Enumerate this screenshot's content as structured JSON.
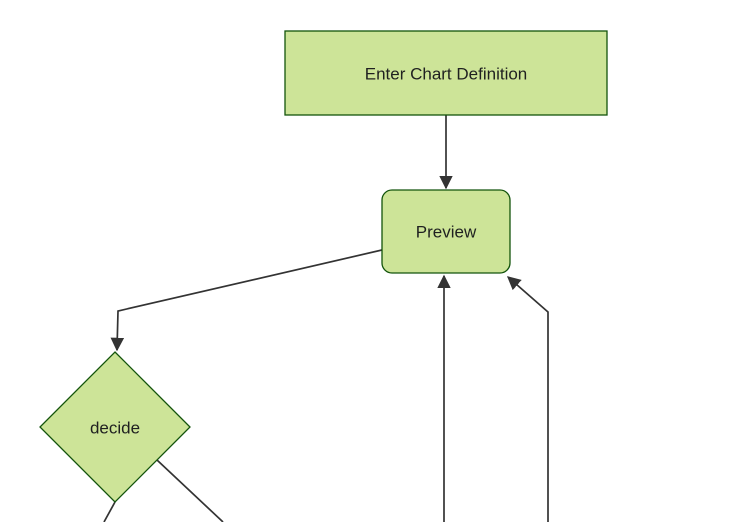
{
  "diagram": {
    "type": "flowchart",
    "direction": "top-down",
    "colors": {
      "background": "#ffffff",
      "node_fill": "#cde498",
      "node_border": "#13540c",
      "edge": "#333333",
      "arrowhead": "#333333",
      "text": "#1f2020"
    },
    "nodes": {
      "enter_chart_definition": {
        "label": "Enter Chart Definition",
        "shape": "rectangle"
      },
      "preview": {
        "label": "Preview",
        "shape": "rounded-rectangle"
      },
      "decide": {
        "label": "decide",
        "shape": "diamond"
      }
    },
    "edges": [
      {
        "from": "enter_chart_definition",
        "to": "preview",
        "arrowhead": true
      },
      {
        "from": "preview",
        "to": "decide",
        "arrowhead": true
      },
      {
        "from": "offscreen_bottom",
        "to": "preview",
        "arrowhead": true
      },
      {
        "from": "offscreen_bottom_right",
        "to": "preview",
        "arrowhead": true
      },
      {
        "from": "decide",
        "to": "offscreen_bottom_left",
        "arrowhead": false
      },
      {
        "from": "decide",
        "to": "offscreen_bottom_right",
        "arrowhead": false
      }
    ]
  }
}
